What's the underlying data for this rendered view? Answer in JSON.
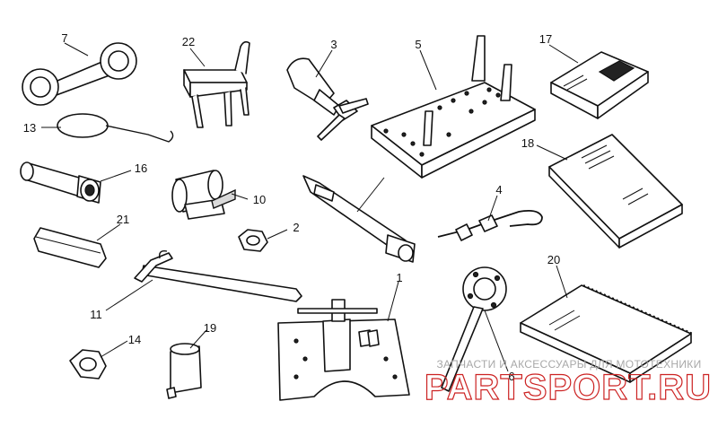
{
  "callouts": {
    "c1": "1",
    "c2": "2",
    "c3": "3",
    "c4": "4",
    "c5": "5",
    "c6": "6",
    "c7": "7",
    "c10": "10",
    "c11": "11",
    "c13": "13",
    "c14": "14",
    "c16": "16",
    "c17": "17",
    "c18": "18",
    "c19": "19",
    "c20": "20",
    "c21": "21",
    "c22": "22"
  },
  "watermark": {
    "tagline": "ЗАПЧАСТИ И АКСЕССУАРЫ ДЛЯ МОТОТЕХНИКИ",
    "brand": "PARTSPORT.RU"
  }
}
